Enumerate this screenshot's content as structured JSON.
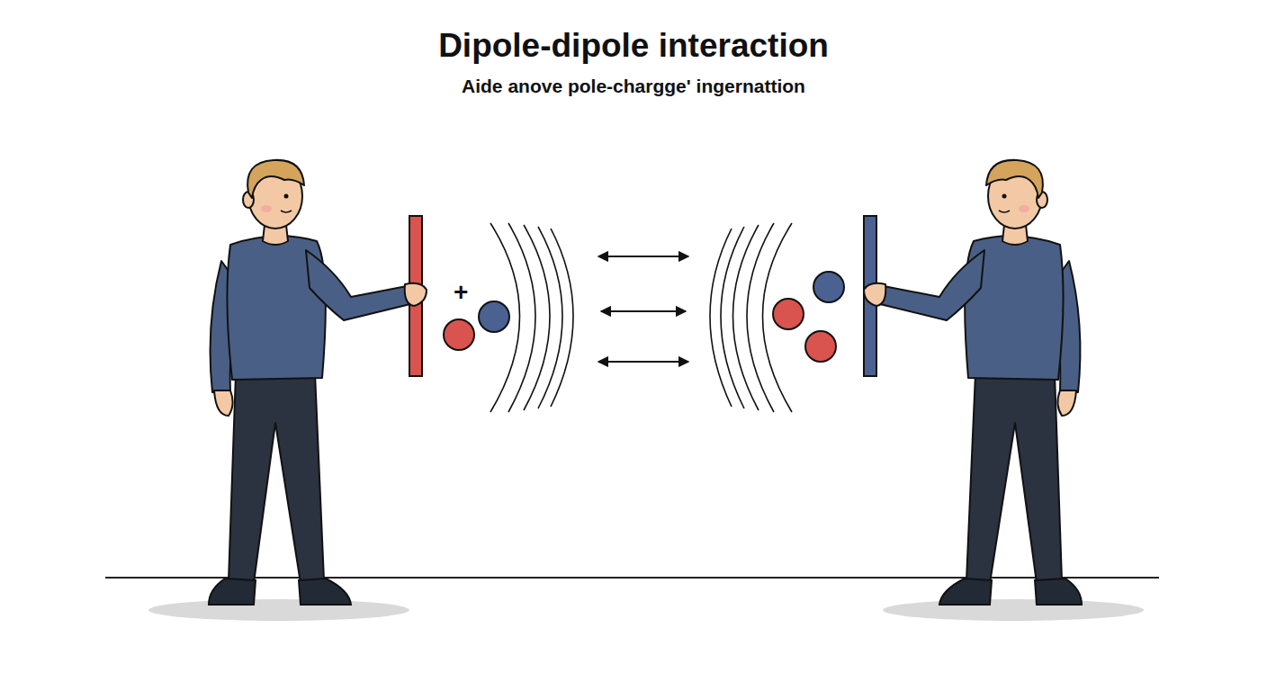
{
  "diagram": {
    "title": "Dipole-dipole interaction",
    "labels": [
      "Aide anove pole-chargge' ingernattion",
      "+"
    ]
  }
}
